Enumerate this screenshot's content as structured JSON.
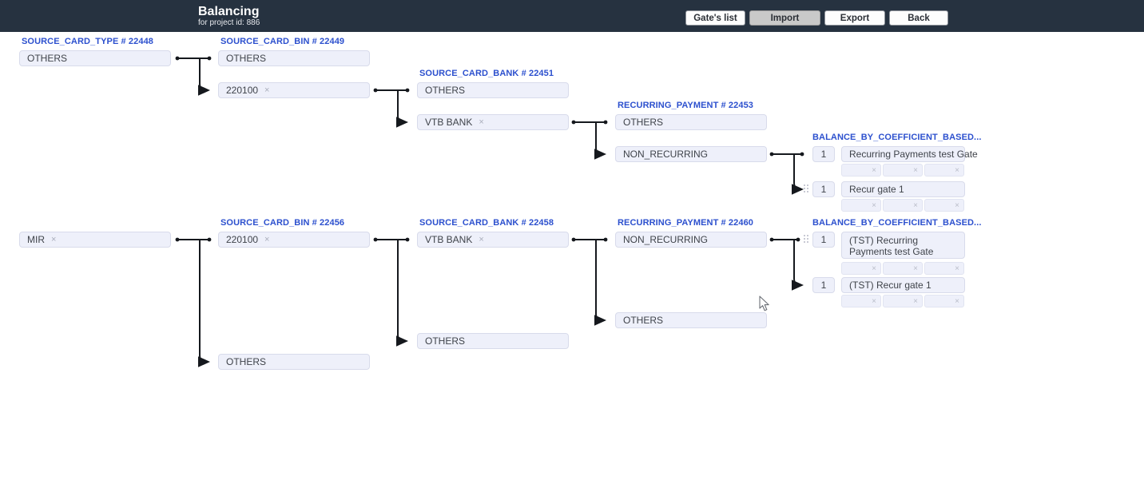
{
  "header": {
    "title": "Balancing",
    "subtitle": "for project id: 886",
    "buttons": {
      "gates_list": "Gate's list",
      "import": "Import",
      "export": "Export",
      "back": "Back"
    }
  },
  "colors": {
    "header_bg": "#263240",
    "accent_blue": "#2c50ce",
    "box_bg": "#eef0fa",
    "box_border": "#d8dbeb",
    "box_text": "#3f434a",
    "connector": "#15181d",
    "muted": "#a9adbb"
  },
  "misc": {
    "remove_x": "×"
  },
  "tree_top": {
    "source_card_type": {
      "header": "SOURCE_CARD_TYPE # 22448",
      "others": "OTHERS"
    },
    "source_card_bin": {
      "header": "SOURCE_CARD_BIN # 22449",
      "others": "OTHERS",
      "tag": "220100"
    },
    "source_card_bank": {
      "header": "SOURCE_CARD_BANK # 22451",
      "others": "OTHERS",
      "tag": "VTB BANK"
    },
    "recurring_payment": {
      "header": "RECURRING_PAYMENT # 22453",
      "others": "OTHERS",
      "value": "NON_RECURRING"
    },
    "gates": {
      "header": "BALANCE_BY_COEFFICIENT_BASED...",
      "rows": [
        {
          "coefficient": "1",
          "name": "Recurring Payments test Gate"
        },
        {
          "coefficient": "1",
          "name": "Recur gate 1"
        }
      ]
    }
  },
  "tree_bottom": {
    "source_card_type": {
      "tag": "MIR"
    },
    "source_card_bin": {
      "header": "SOURCE_CARD_BIN # 22456",
      "tag": "220100",
      "others": "OTHERS"
    },
    "source_card_bank": {
      "header": "SOURCE_CARD_BANK # 22458",
      "tag": "VTB BANK",
      "others": "OTHERS"
    },
    "recurring_payment": {
      "header": "RECURRING_PAYMENT # 22460",
      "value": "NON_RECURRING",
      "others": "OTHERS"
    },
    "gates": {
      "header": "BALANCE_BY_COEFFICIENT_BASED...",
      "rows": [
        {
          "coefficient": "1",
          "name": "(TST) Recurring Payments test Gate"
        },
        {
          "coefficient": "1",
          "name": "(TST) Recur gate 1"
        }
      ]
    }
  }
}
